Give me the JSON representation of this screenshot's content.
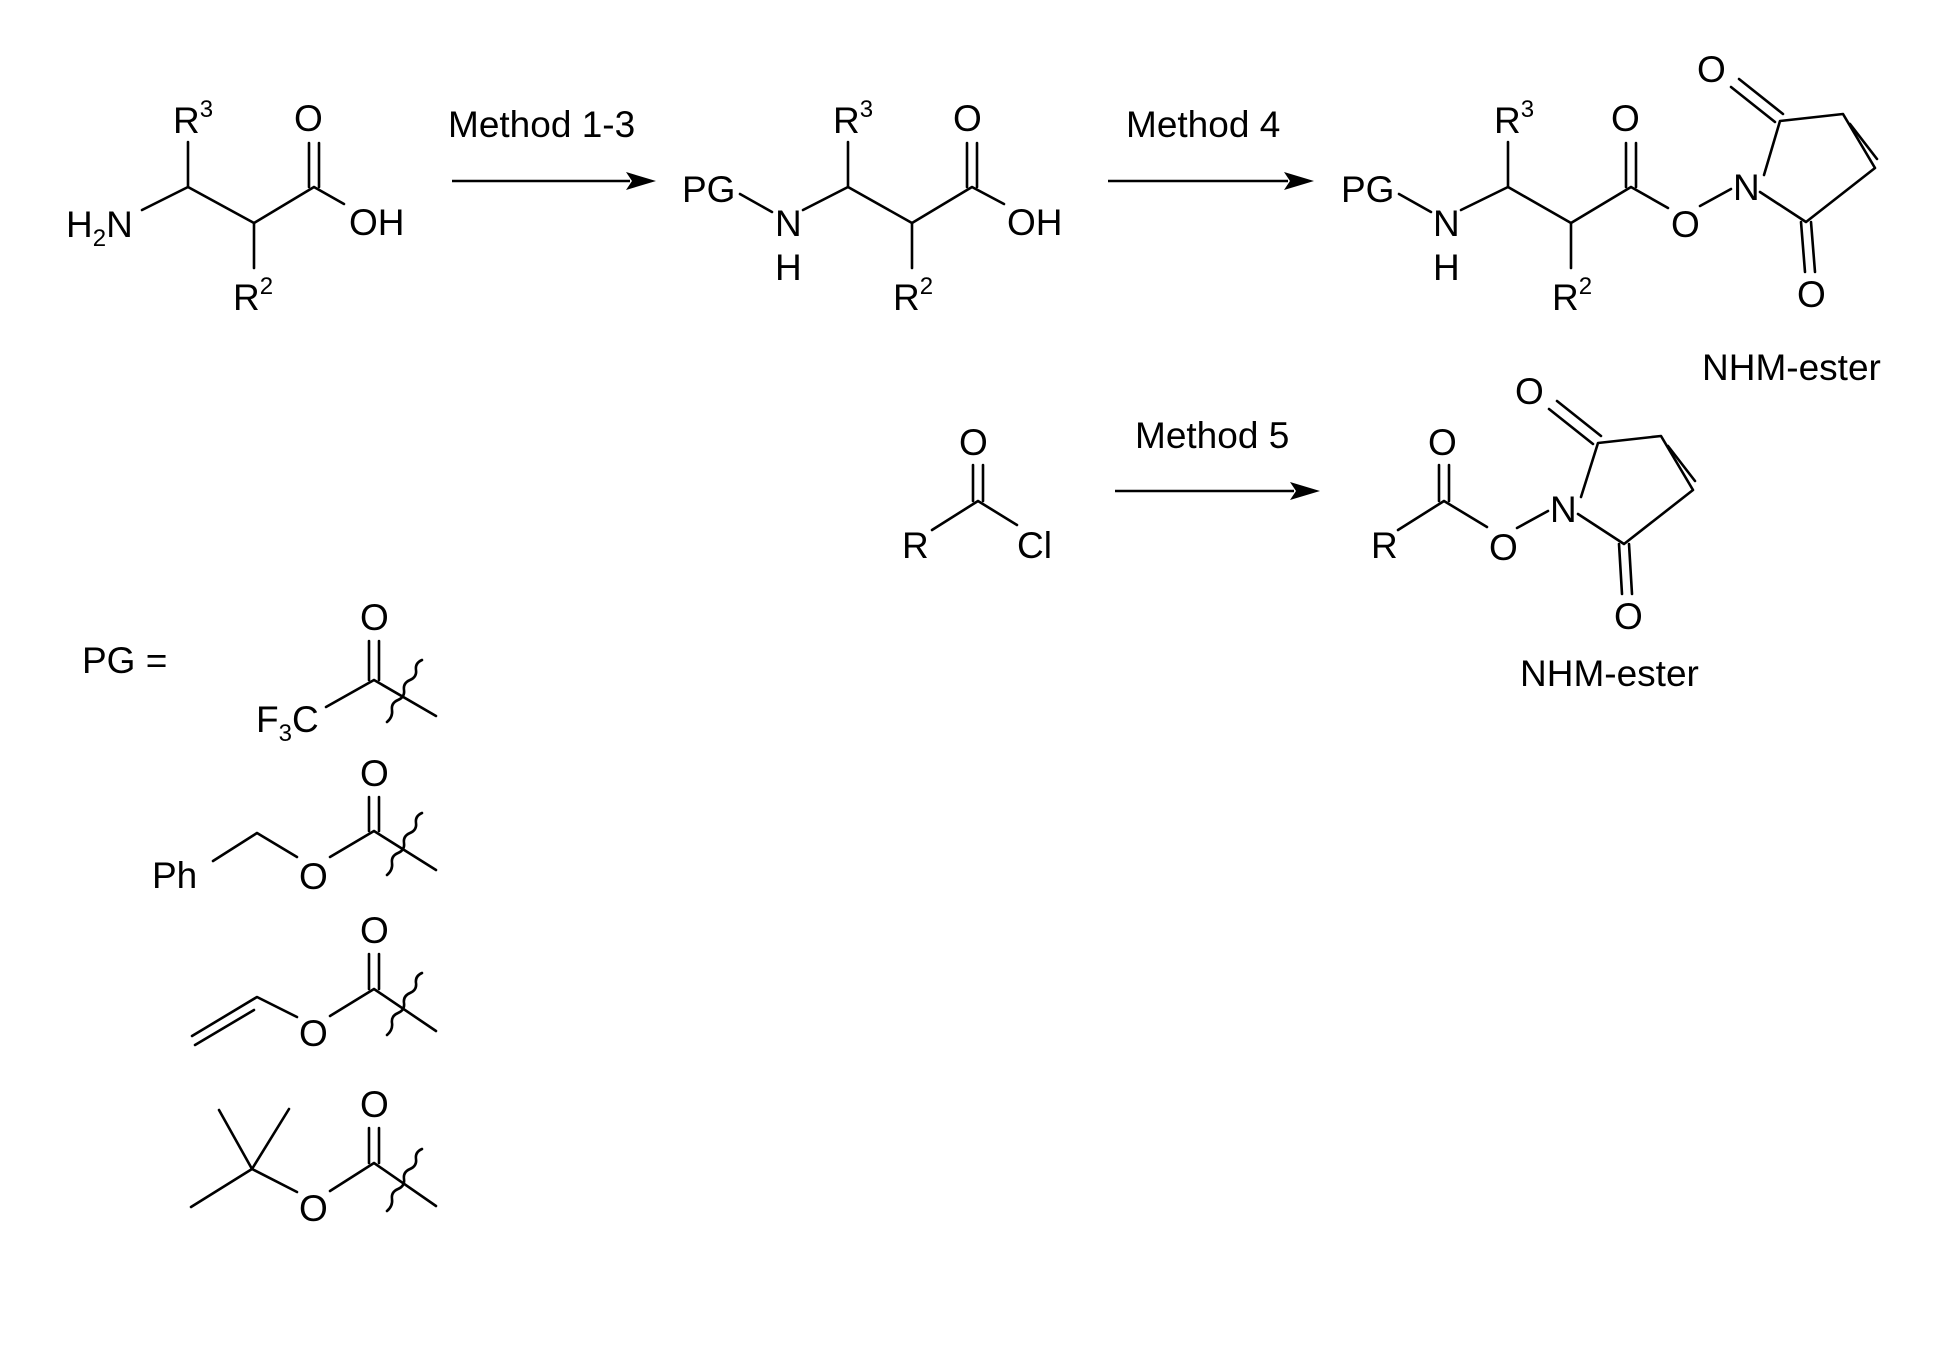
{
  "scheme": {
    "method_1_3": "Method 1-3",
    "method_4": "Method 4",
    "method_5": "Method 5",
    "nhm_ester": "NHM-ester",
    "pg_equals": "PG ="
  },
  "atoms": {
    "h": "H",
    "h2n": "H",
    "h2n_sub": "2",
    "h2n_n": "N",
    "n": "N",
    "o": "O",
    "oh": "OH",
    "r": "R",
    "r2": "R",
    "r2_sup": "2",
    "r3": "R",
    "r3_sup": "3",
    "pg": "PG",
    "cl": "Cl",
    "f3c_f": "F",
    "f3c_sub": "3",
    "f3c_c": "C",
    "ph": "Ph"
  }
}
